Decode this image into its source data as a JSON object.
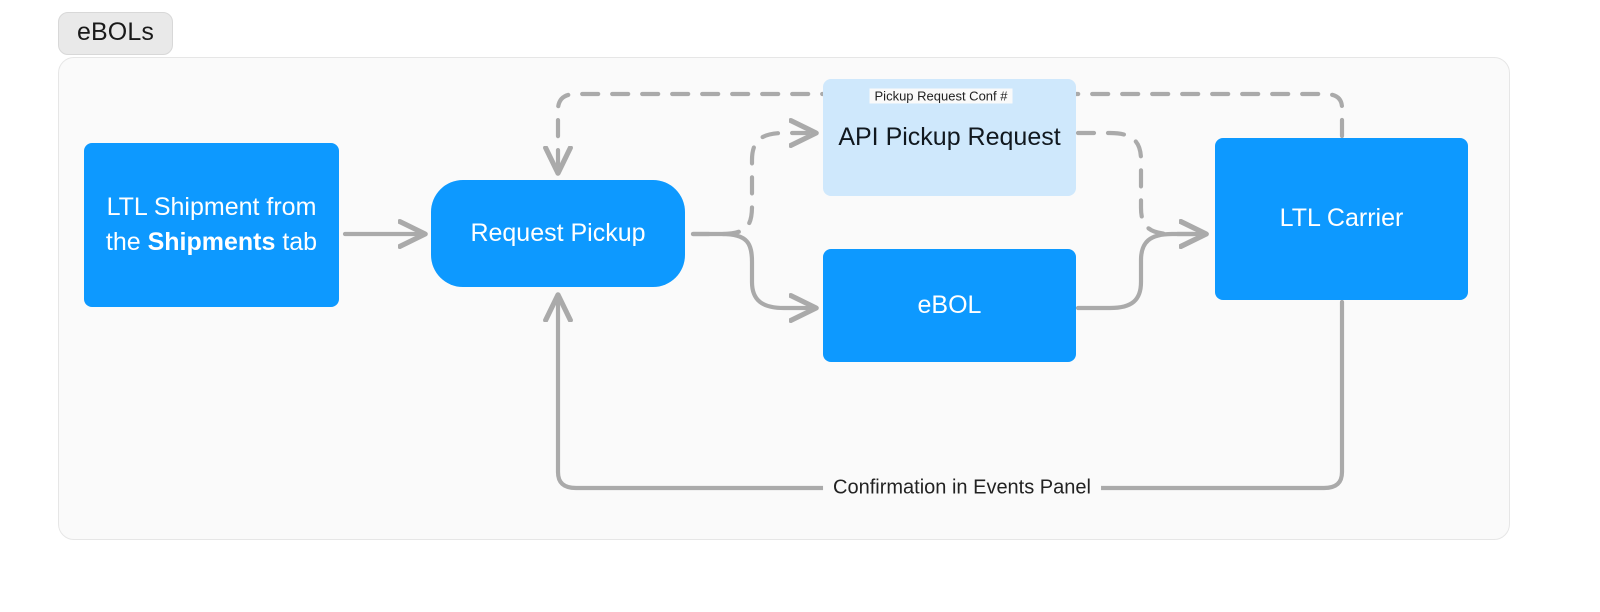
{
  "page": {
    "background": "#ffffff",
    "title_pill": {
      "label": "eBOLs"
    }
  },
  "colors": {
    "node_primary": "#0d99ff",
    "node_soft": "#cfe8fc",
    "node_primary_text": "#ffffff",
    "node_soft_text": "#11181f",
    "edge": "#aaaaaa",
    "frame_background": "#fafafa",
    "frame_border": "#e6e6e6",
    "pill_background": "#e9e9e9"
  },
  "diagram": {
    "type": "flowchart",
    "direction": "left-to-right",
    "nodes": [
      {
        "id": "shipment",
        "label_prefix": "LTL Shipment from the ",
        "label_strong": "Shipments",
        "label_suffix": " tab",
        "shape": "rectangle",
        "style": "primary"
      },
      {
        "id": "request-pickup",
        "label": "Request Pickup",
        "shape": "stadium",
        "style": "primary"
      },
      {
        "id": "api-pickup",
        "label": "API Pickup Request",
        "shape": "rectangle",
        "style": "soft"
      },
      {
        "id": "ebol",
        "label": "eBOL",
        "shape": "rectangle",
        "style": "primary"
      },
      {
        "id": "ltl-carrier",
        "label": "LTL Carrier",
        "shape": "rectangle",
        "style": "primary"
      }
    ],
    "edges": [
      {
        "id": "shipment-to-request",
        "from": "shipment",
        "to": "request-pickup",
        "line": "solid",
        "label": ""
      },
      {
        "id": "request-to-api",
        "from": "request-pickup",
        "to": "api-pickup",
        "line": "dashed",
        "label": ""
      },
      {
        "id": "request-to-ebol",
        "from": "request-pickup",
        "to": "ebol",
        "line": "solid",
        "label": ""
      },
      {
        "id": "api-to-carrier",
        "from": "api-pickup",
        "to": "ltl-carrier",
        "line": "dashed",
        "label": ""
      },
      {
        "id": "ebol-to-carrier",
        "from": "ebol",
        "to": "ltl-carrier",
        "line": "solid",
        "label": ""
      },
      {
        "id": "carrier-to-request-top",
        "from": "ltl-carrier",
        "to": "request-pickup",
        "line": "dashed",
        "label": "Pickup Request Conf #"
      },
      {
        "id": "carrier-to-request-bottom",
        "from": "ltl-carrier",
        "to": "request-pickup",
        "line": "solid",
        "label": "Confirmation in Events Panel"
      }
    ],
    "edge_labels": {
      "conf_number": "Pickup Request Conf #",
      "events_panel": "Confirmation in Events Panel"
    }
  }
}
